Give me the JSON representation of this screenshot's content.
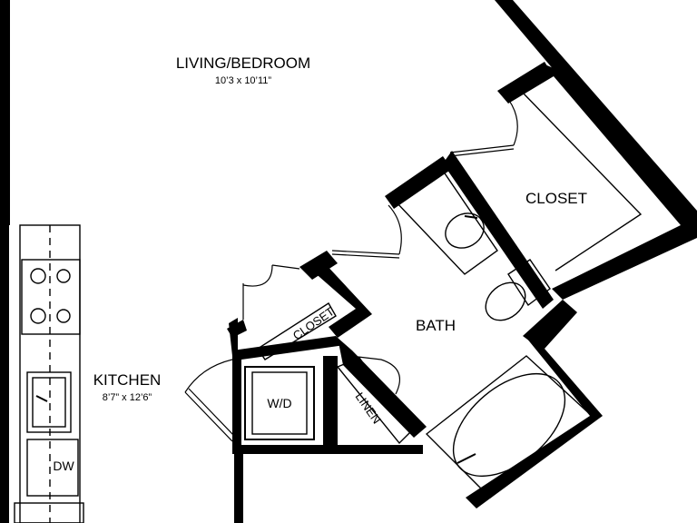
{
  "rooms": {
    "living": {
      "name": "LIVING/BEDROOM",
      "dims": "10’3 x 10’11”"
    },
    "closet_main": {
      "name": "CLOSET"
    },
    "bath": {
      "name": "BATH"
    },
    "closet_small": {
      "name": "CLOSET"
    },
    "linen": {
      "name": "LINEN"
    },
    "kitchen": {
      "name": "KITCHEN",
      "dims": "8’7” x 12’6”"
    },
    "washer_dryer": {
      "name": "W/D"
    },
    "dishwasher": {
      "name": "DW"
    }
  }
}
